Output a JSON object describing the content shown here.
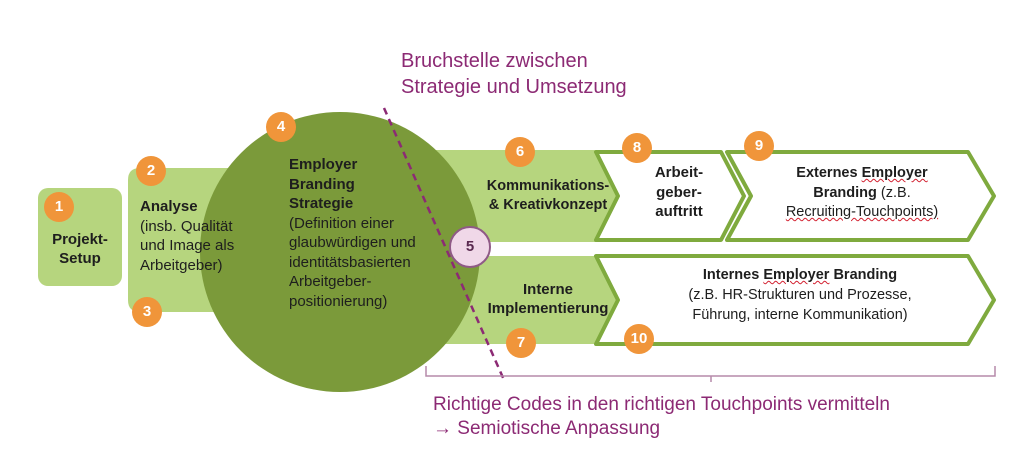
{
  "annotation_top": {
    "line1": "Bruchstelle zwischen",
    "line2": "Strategie und Umsetzung"
  },
  "steps": {
    "s1": {
      "number": "1",
      "line1": "Projekt-",
      "line2": "Setup"
    },
    "s2": {
      "number": "2",
      "title": "Analyse",
      "line1": "(insb. Qualität",
      "line2": "und Image als",
      "line3": "Arbeitgeber)"
    },
    "s3": {
      "number": "3"
    },
    "s4": {
      "number": "4",
      "title1": "Employer",
      "title2": "Branding",
      "title3": "Strategie",
      "line1": "(Definition einer",
      "line2": "glaubwürdigen und",
      "line3": "identitätsbasierten",
      "line4": "Arbeitgeber-",
      "line5": "positionierung)"
    },
    "s5": {
      "number": "5"
    },
    "s6": {
      "number": "6",
      "line1": "Kommunikations-",
      "line2": "& Kreativkonzept"
    },
    "s7": {
      "number": "7",
      "line1": "Interne",
      "line2": "Implementierung"
    },
    "s8": {
      "number": "8",
      "line1": "Arbeit-",
      "line2": "geber-",
      "line3": "auftritt"
    },
    "s9": {
      "number": "9",
      "title_a": "Externes ",
      "title_b": "Employer",
      "line2_a": "Branding",
      "line2_b": " (z.B.",
      "line3": "Recruiting-Touchpoints)"
    },
    "s10": {
      "number": "10",
      "title_a": "Internes ",
      "title_b": "Employer",
      "title_c": " Branding",
      "line2": "(z.B. HR-Strukturen und Prozesse,",
      "line3": "Führung, interne Kommunikation)"
    }
  },
  "annotation_bottom": {
    "line1": "Richtige Codes in den richtigen Touchpoints vermitteln",
    "line2": "→ Semiotische Anpassung"
  },
  "colors": {
    "light_green": "#b6d57e",
    "dark_green": "#7b9a3a",
    "outline_green": "#7faa3e",
    "badge_orange": "#f0953a",
    "annotation_purple": "#8c2a74"
  }
}
